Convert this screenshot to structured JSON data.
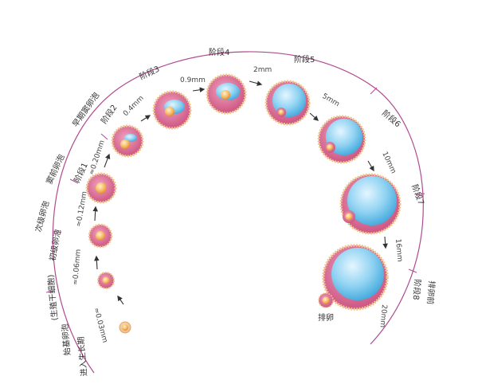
{
  "stages": {
    "s1": "阶段1",
    "s2": "阶段2",
    "s3": "阶段3",
    "s4": "阶段4",
    "s5": "阶段5",
    "s6": "阶段6",
    "s7": "阶段7",
    "s8": "阶段8"
  },
  "phases": {
    "p1": "初级卵泡",
    "p2": "次级卵泡",
    "p3": "窦前卵泡",
    "p4": "早期窦卵泡",
    "p5": "排卵前"
  },
  "origin": {
    "line1": "进入生长期",
    "line2": "始基卵泡",
    "line3": "(生殖干细胞)"
  },
  "sizes": {
    "a": "≈0.03mm",
    "b": "≈0.06mm",
    "c": "≈0.12mm",
    "d": "≈0.20mm",
    "e": "0.4mm",
    "f": "0.9mm",
    "g": "2mm",
    "h": "5mm",
    "i": "10mm",
    "j": "16mm",
    "k": "20mm"
  },
  "ovulation": "排卵",
  "colors": {
    "arc": "#b04a8f",
    "granulosa": "#d86a92",
    "outer_cells": "#f0c48a",
    "antrum": "#59b8e6",
    "oocyte": "#f2b56a"
  }
}
